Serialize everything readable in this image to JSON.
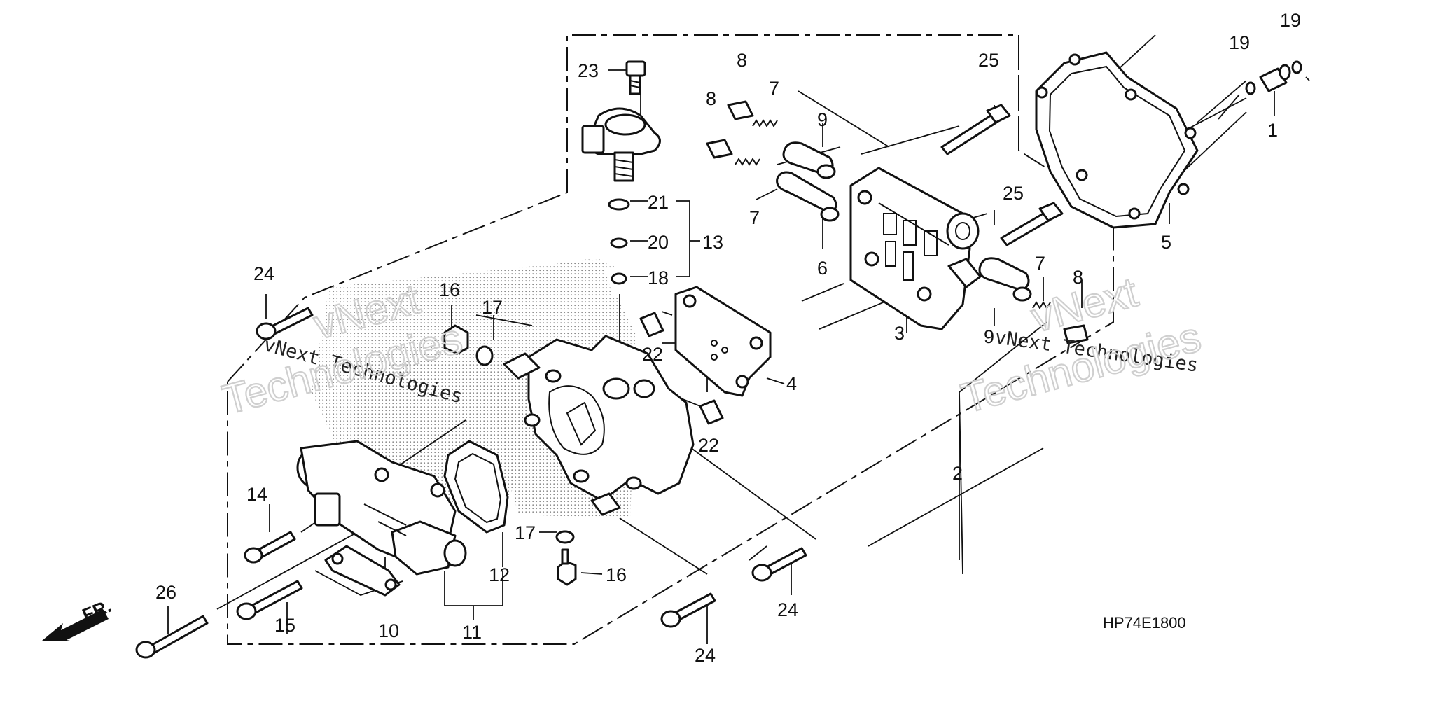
{
  "diagram_code": "HP74E1800",
  "front_marker": "FR.",
  "watermark": {
    "line1": "vNext Technologies",
    "line2": "Technologies",
    "line3": "vNext"
  },
  "callouts": {
    "c1": "1",
    "c2": "2",
    "c3": "3",
    "c4": "4",
    "c5": "5",
    "c6": "6",
    "c7a": "7",
    "c7b": "7",
    "c7c": "7",
    "c8a": "8",
    "c8b": "8",
    "c8c": "8",
    "c9a": "9",
    "c9b": "9",
    "c10": "10",
    "c11": "11",
    "c12": "12",
    "c13": "13",
    "c14": "14",
    "c15": "15",
    "c16a": "16",
    "c16b": "16",
    "c17a": "17",
    "c17b": "17",
    "c18": "18",
    "c19a": "19",
    "c19b": "19",
    "c20": "20",
    "c21": "21",
    "c22a": "22",
    "c22b": "22",
    "c23": "23",
    "c24a": "24",
    "c24b": "24",
    "c24c": "24",
    "c25a": "25",
    "c25b": "25",
    "c26": "26"
  },
  "colors": {
    "line": "#111111",
    "shade": "#9a9a9a",
    "watermark": "#cfcfcf"
  }
}
